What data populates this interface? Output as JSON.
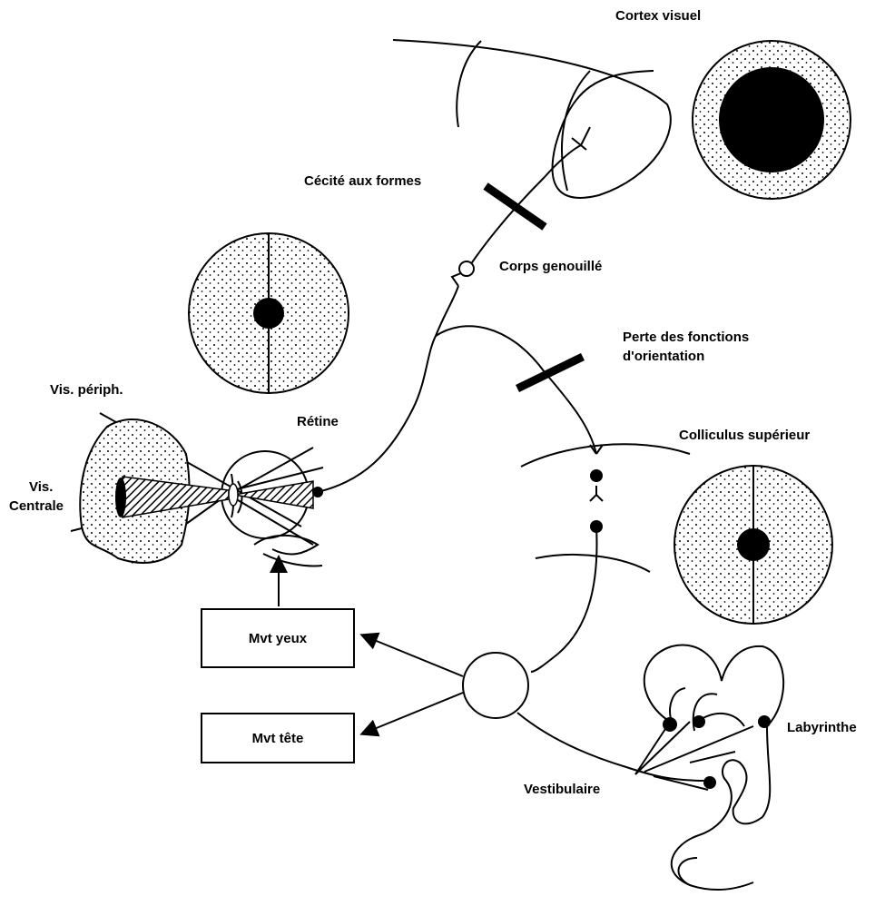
{
  "labels": {
    "cortex_visuel": "Cortex visuel",
    "cecite_formes": "Cécité aux formes",
    "corps_genouille": "Corps genouillé",
    "perte_fonctions_l1": "Perte des fonctions",
    "perte_fonctions_l2": "d'orientation",
    "vis_periph": "Vis. périph.",
    "retine": "Rétine",
    "vis_centrale_l1": "Vis.",
    "vis_centrale_l2": "Centrale",
    "colliculus": "Colliculus supérieur",
    "labyrinthe": "Labyrinthe",
    "vestibulaire": "Vestibulaire"
  },
  "boxes": {
    "mvt_yeux": "Mvt yeux",
    "mvt_tete": "Mvt tête"
  },
  "colors": {
    "ink": "#000000",
    "paper": "#ffffff"
  }
}
